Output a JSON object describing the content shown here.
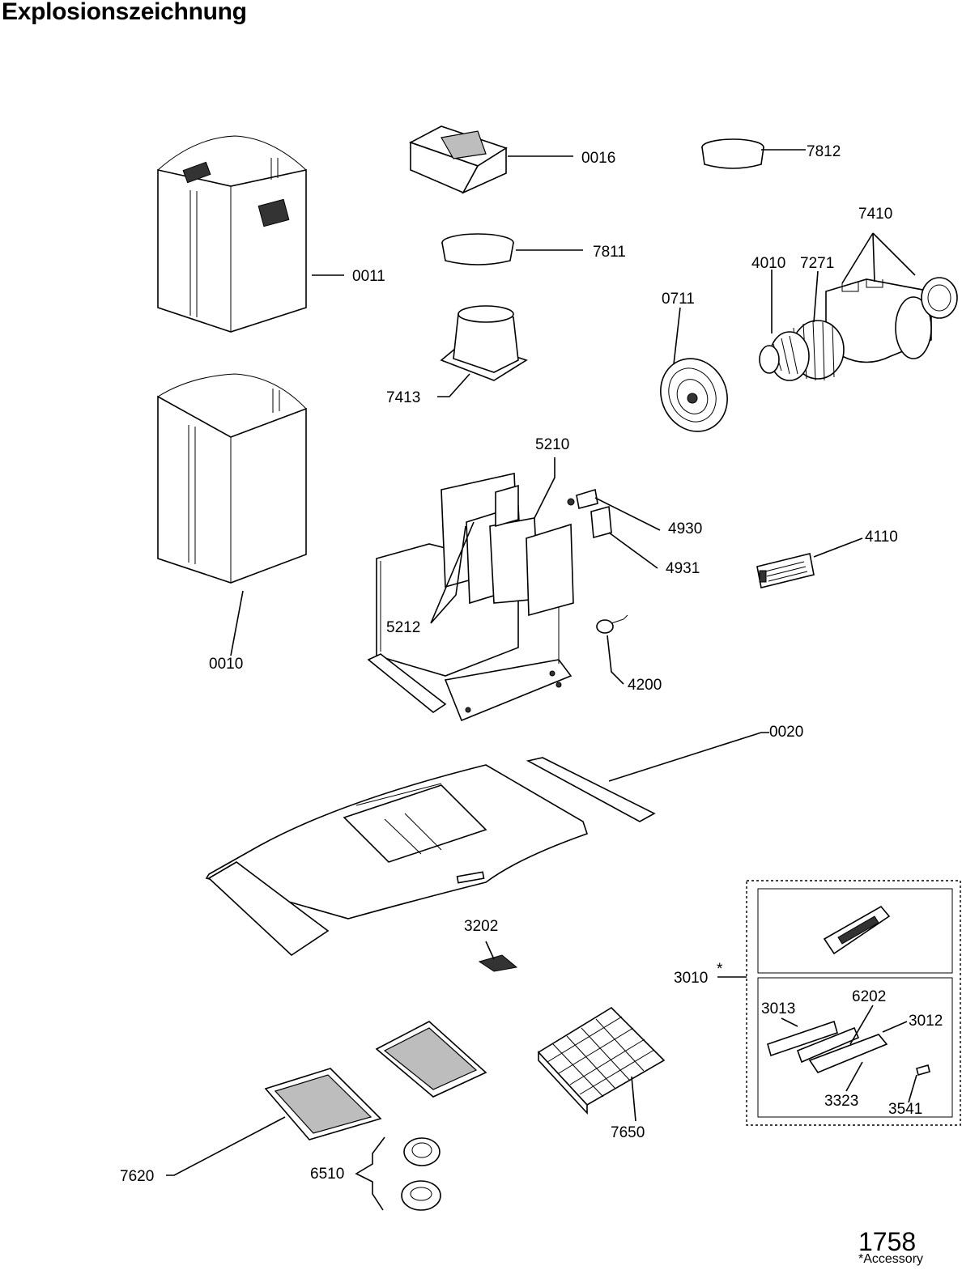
{
  "title": "Explosionszeichnung",
  "drawing_number": "1758",
  "footnote": "*Accessory",
  "labels": {
    "p0016": "0016",
    "p7812": "7812",
    "p0011": "0011",
    "p7811": "7811",
    "p7410": "7410",
    "p4010": "4010",
    "p7271": "7271",
    "p0711": "0711",
    "p7413": "7413",
    "p5210": "5210",
    "p4930": "4930",
    "p4110": "4110",
    "p4931": "4931",
    "p5212": "5212",
    "p0010": "0010",
    "p4200": "4200",
    "p0020": "0020",
    "p3202": "3202",
    "p3010": "3010",
    "p3010_star": "*",
    "p3013": "3013",
    "p6202": "6202",
    "p3012": "3012",
    "p3323": "3323",
    "p3541": "3541",
    "p7650": "7650",
    "p7620": "7620",
    "p6510": "6510"
  }
}
